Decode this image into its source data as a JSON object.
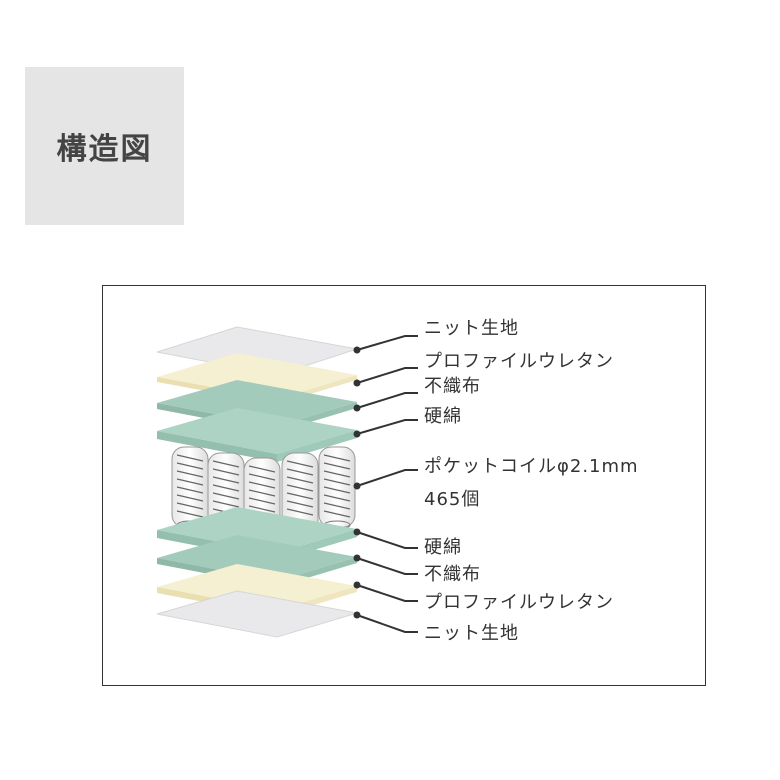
{
  "header": {
    "title": "構造図"
  },
  "layers_top": [
    {
      "label": "ニット生地",
      "material": "knit",
      "color": "#e8e8ea"
    },
    {
      "label": "プロファイルウレタン",
      "material": "urethane",
      "color": "#f6f0d2"
    },
    {
      "label": "不織布",
      "material": "nonwoven",
      "color": "#9fc9b9"
    },
    {
      "label": "硬綿",
      "material": "hardcotton",
      "color": "#a9d1c2"
    }
  ],
  "coil": {
    "label": "ポケットコイルφ2.1mm",
    "count_label": "465個"
  },
  "layers_bottom": [
    {
      "label": "硬綿",
      "material": "hardcotton",
      "color": "#a9d1c2"
    },
    {
      "label": "不織布",
      "material": "nonwoven",
      "color": "#9fc9b9"
    },
    {
      "label": "プロファイルウレタン",
      "material": "urethane",
      "color": "#f6f0d2"
    },
    {
      "label": "ニット生地",
      "material": "knit",
      "color": "#e8e8ea"
    }
  ],
  "colors": {
    "leader": "#333333",
    "text": "#333333",
    "header_bg": "#e5e5e5"
  }
}
